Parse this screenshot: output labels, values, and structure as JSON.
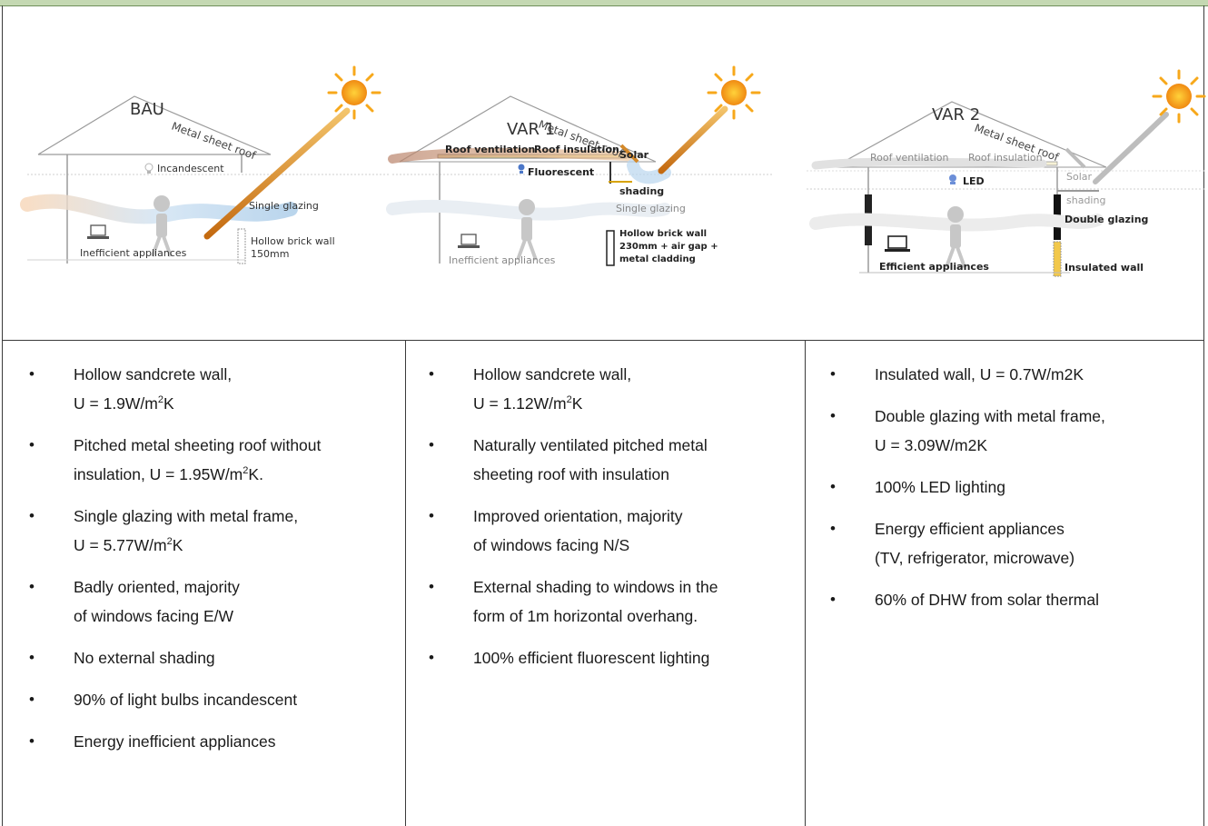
{
  "panels": [
    {
      "title": "BAU",
      "roof_label": "Metal sheet roof",
      "light_label": "Incandescent",
      "window_label": "Single glazing",
      "wall_label_1": "Hollow brick wall",
      "wall_label_2": "150mm",
      "appliance_label": "Inefficient appliances"
    },
    {
      "title": "VAR 1",
      "roof_label": "Metal sheet roof",
      "vent_label": "Roof ventilation",
      "insulation_label": "Roof insulation",
      "light_label": "Fluorescent",
      "shading_label_1": "Solar",
      "shading_label_2": "shading",
      "window_label": "Single glazing",
      "wall_label_1": "Hollow brick wall",
      "wall_label_2": "230mm + air gap +",
      "wall_label_3": "metal cladding",
      "appliance_label": "Inefficient appliances"
    },
    {
      "title": "VAR 2",
      "roof_label": "Metal sheet roof",
      "vent_label": "Roof ventilation",
      "insulation_label": "Roof insulation",
      "light_label": "LED",
      "shading_label_1": "Solar",
      "shading_label_2": "shading",
      "window_label": "Double glazing",
      "wall_label": "Insulated wall",
      "appliance_label": "Efficient appliances"
    }
  ],
  "columns": [
    {
      "items": [
        {
          "line1": "Hollow sandcrete wall,",
          "pre": "U = 1.9W/m",
          "sup": "2",
          "post": "K"
        },
        {
          "line1": "Pitched metal sheeting roof without",
          "pre": "insulation, U = 1.95W/m",
          "sup": "2",
          "post": "K."
        },
        {
          "line1": "Single glazing with metal frame,",
          "pre": "U = 5.77W/m",
          "sup": "2",
          "post": "K"
        },
        {
          "line1": "Badly oriented, majority",
          "line2": "of windows facing E/W"
        },
        {
          "line1": "No external shading"
        },
        {
          "line1": "90% of light bulbs incandescent"
        },
        {
          "line1": "Energy inefficient appliances"
        }
      ]
    },
    {
      "items": [
        {
          "line1": "Hollow sandcrete wall,",
          "pre": "U = 1.12W/m",
          "sup": "2",
          "post": "K"
        },
        {
          "line1": "Naturally ventilated pitched metal",
          "line2": "sheeting roof with insulation"
        },
        {
          "line1": "Improved orientation, majority",
          "line2": "of windows facing N/S"
        },
        {
          "line1": "External shading to windows in the",
          "line2": "form of 1m horizontal overhang."
        },
        {
          "line1": "100% efficient fluorescent lighting"
        }
      ]
    },
    {
      "items": [
        {
          "line1": "Insulated wall, U = 0.7W/m2K"
        },
        {
          "line1": "Double glazing with metal frame,",
          "line2": "U = 3.09W/m2K"
        },
        {
          "line1": "100% LED lighting"
        },
        {
          "line1": "Energy efficient appliances",
          "line2": "(TV, refrigerator, microwave)"
        },
        {
          "line1": "60% of DHW from solar thermal"
        }
      ]
    }
  ],
  "colors": {
    "header_band": "#c4d8b2",
    "border": "#3b3b3b",
    "sun": "#f7a81b",
    "sun_ray_gradient_start": "#f3c46b",
    "sun_ray_gradient_end": "#c46a10",
    "airflow": "#b9d6ee"
  }
}
